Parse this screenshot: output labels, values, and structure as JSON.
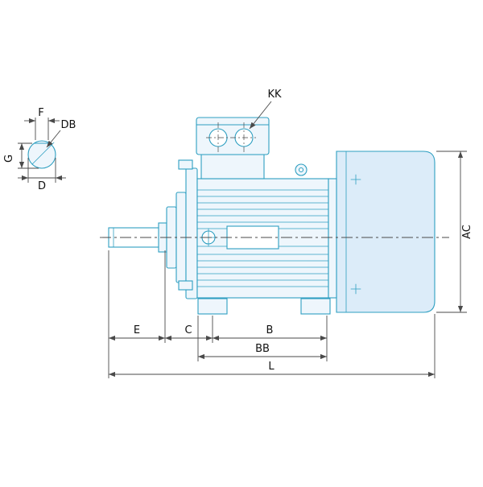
{
  "diagram": {
    "type": "engineering-drawing",
    "subject": "electric-motor-dimension-drawing",
    "labels": {
      "f": "F",
      "db": "DB",
      "g": "G",
      "d": "D",
      "kk": "KK",
      "ac": "AC",
      "e": "E",
      "c": "C",
      "b": "B",
      "bb": "BB",
      "l": "L"
    },
    "colors": {
      "outline": "#2e9fc1",
      "fill_light": "#eef6fc",
      "fill_medium": "#dcecf9",
      "dimension": "#4a4a4a",
      "text": "#111111",
      "background": "#ffffff"
    }
  }
}
